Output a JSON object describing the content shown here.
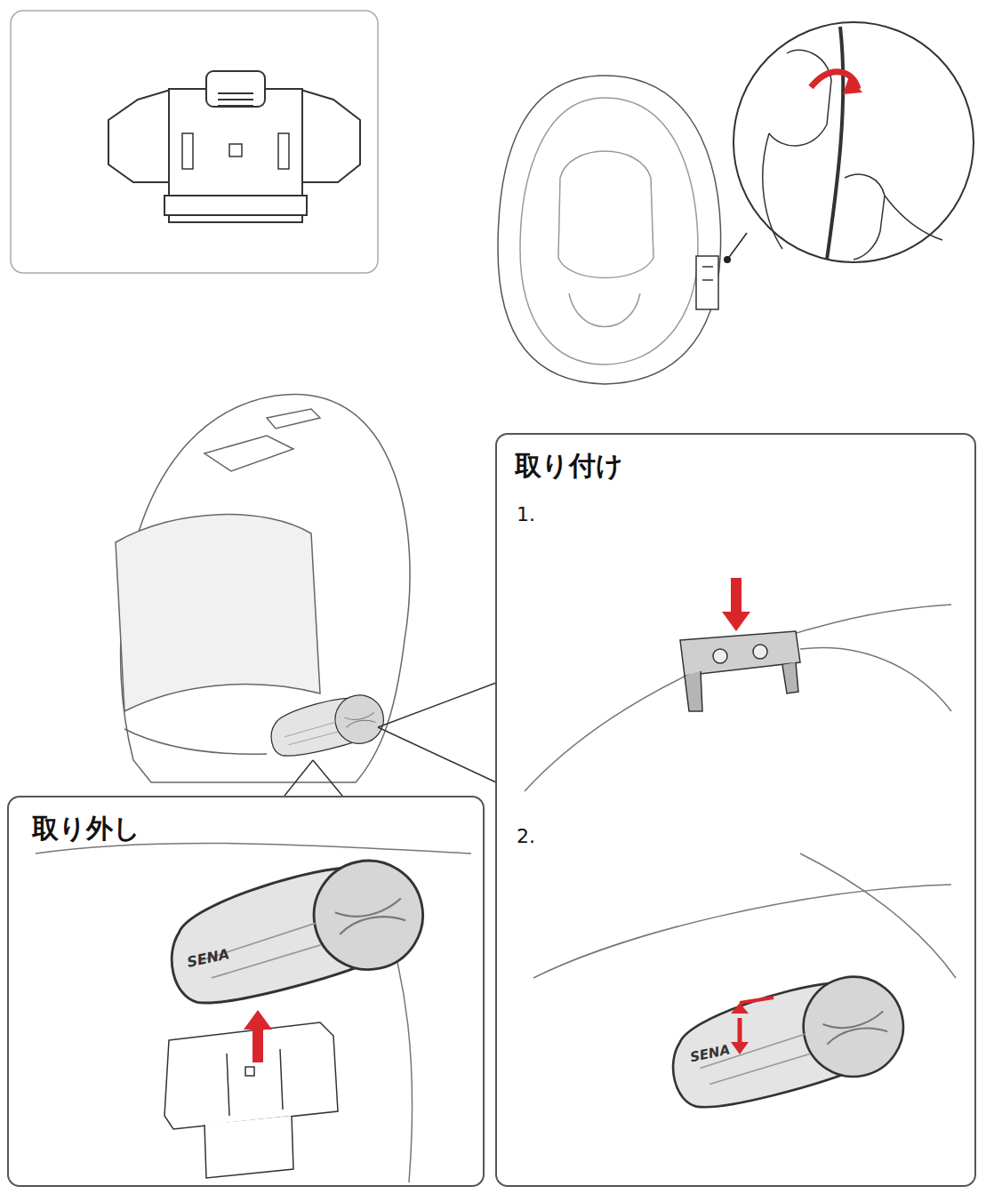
{
  "diagram": {
    "nodes": [
      {
        "text": [
          "取り付け",
          "1.",
          "2."
        ]
      },
      {
        "text": [
          "取り外し"
        ]
      }
    ],
    "labels": [
      "SENA",
      "SENA"
    ]
  }
}
